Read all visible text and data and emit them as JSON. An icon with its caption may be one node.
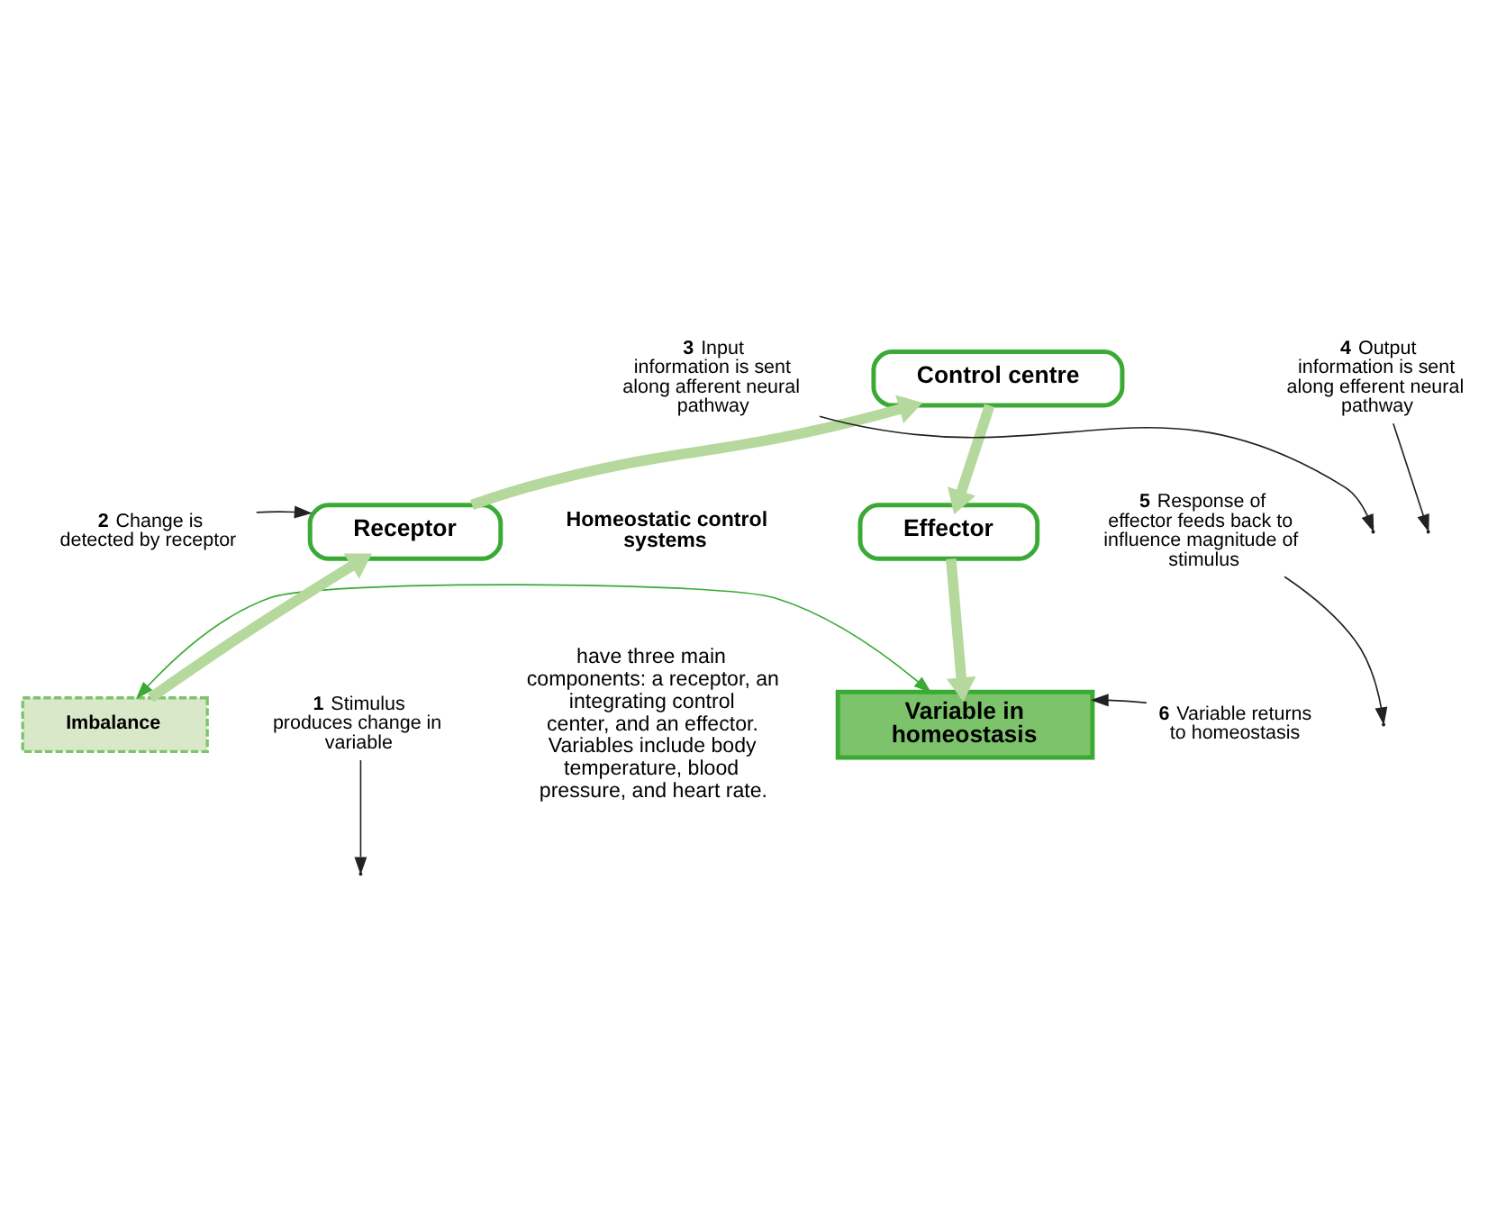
{
  "diagram": {
    "nodes": [
      {
        "text": [
          "Control centre"
        ]
      },
      {
        "text": [
          "Effector"
        ]
      },
      {
        "text": [
          "Variable in homeostasis"
        ]
      },
      {
        "text": [
          "Imbalance"
        ]
      },
      {
        "text": [
          "Receptor"
        ]
      },
      {
        "text": [
          "**3** Input information is sent along afferent neural pathway"
        ]
      },
      {
        "text": [
          "**4** Output information is sent along efferent neural pathway"
        ]
      },
      {
        "text": [
          "**2** Change is detected by receptor"
        ]
      },
      {
        "text": [
          "**5** Response of effector feeds back to influence magnitude of stimulus"
        ]
      },
      {
        "text": [
          "**1** Stimulus produces change in variable"
        ]
      },
      {
        "text": [
          "**6** Variable returns to homeostasis"
        ]
      }
    ],
    "edges": [
      {
        "from": 4,
        "to": 0,
        "arrow": "to",
        "style": "thick",
        "color": "#b5d99c"
      },
      {
        "from": 0,
        "to": 1,
        "arrow": "to",
        "style": "thick",
        "color": "#b5d99c"
      },
      {
        "from": 1,
        "to": 2,
        "arrow": "to",
        "style": "thick",
        "color": "#b5d99c"
      },
      {
        "from": 3,
        "to": 4,
        "arrow": "to",
        "style": "thick",
        "color": "#b5d99c"
      },
      {
        "from": 3,
        "to": 2,
        "arrow": "both",
        "color": "#3aaa35"
      },
      {
        "from": 5,
        "to": null,
        "arrow": "to"
      },
      {
        "from": 6,
        "to": null,
        "arrow": "to"
      },
      {
        "from": 7,
        "to": 4,
        "arrow": "to"
      },
      {
        "from": 8,
        "to": null,
        "arrow": "to"
      },
      {
        "from": 9,
        "to": null,
        "arrow": "to"
      },
      {
        "from": 10,
        "to": 2,
        "arrow": "to"
      }
    ],
    "labels": [
      "Homeostatic control systems",
      "have three main components: a receptor, an integrating control center, and an effector. Variables include body temperature, blood pressure, and heart rate."
    ]
  }
}
